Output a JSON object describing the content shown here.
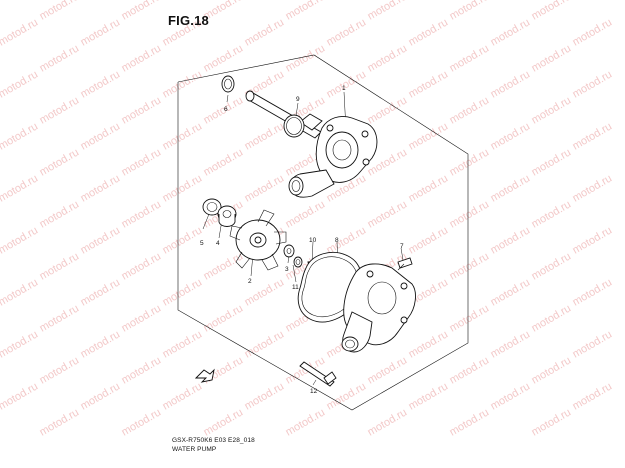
{
  "figure": {
    "title": "FIG.18"
  },
  "caption": {
    "model": "GSX-R750K6 E03 E28_018",
    "name": "WATER PUMP"
  },
  "watermark": {
    "text": "motod.ru",
    "color": "#f3c9c9"
  },
  "part_numbers": [
    "1",
    "2",
    "3",
    "4",
    "5",
    "6",
    "7",
    "8",
    "9",
    "10",
    "11",
    "12"
  ]
}
